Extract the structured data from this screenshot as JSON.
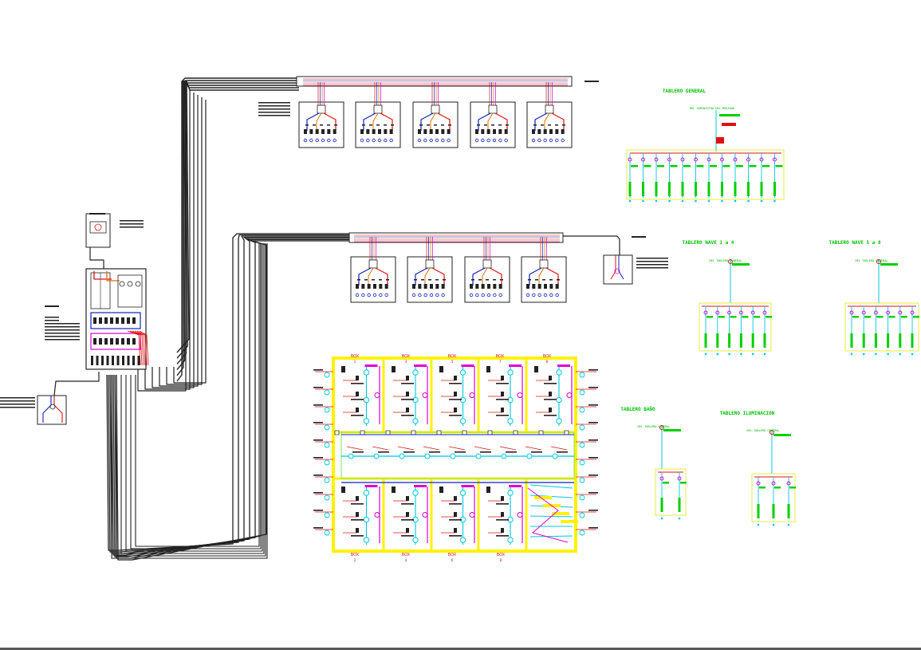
{
  "colors": {
    "background": "#ffffff",
    "conduit": "#222222",
    "wall": "#fff200",
    "cyan": "#00c8e0",
    "magenta": "#e000d0",
    "red": "#e01010",
    "green": "#00d000",
    "blue": "#1020c0",
    "orange": "#e07000"
  },
  "schemas": {
    "general": {
      "title": "TABLERO GENERAL",
      "subtitle": "DEL SUMINISTRO DEL MEDIDOR"
    },
    "nave14": {
      "title": "TABLERO NAVE 1 a 4",
      "subtitle": "DEL TABLERO GENERAL"
    },
    "nave58": {
      "title": "TABLERO NAVE 5 a 8",
      "subtitle": "DEL TABLERO GENERAL"
    },
    "bano": {
      "title": "TABLERO BAÑO",
      "subtitle": "DEL TABLERO GENERAL"
    },
    "iluminacion": {
      "title": "TABLERO ILUMINACION",
      "subtitle": "DEL TABLERO GENERAL"
    }
  },
  "plan": {
    "top_boxes": [
      {
        "label": "BOX",
        "number": "1"
      },
      {
        "label": "BOX",
        "number": "3"
      },
      {
        "label": "BOX",
        "number": "5"
      },
      {
        "label": "BOX",
        "number": "7"
      },
      {
        "label": "BOX",
        "number": "8"
      }
    ],
    "bottom_boxes": [
      {
        "label": "BOX",
        "number": "2"
      },
      {
        "label": "BOX",
        "number": "4"
      },
      {
        "label": "BOX",
        "number": "6"
      },
      {
        "label": "BOX",
        "number": "8"
      }
    ]
  }
}
